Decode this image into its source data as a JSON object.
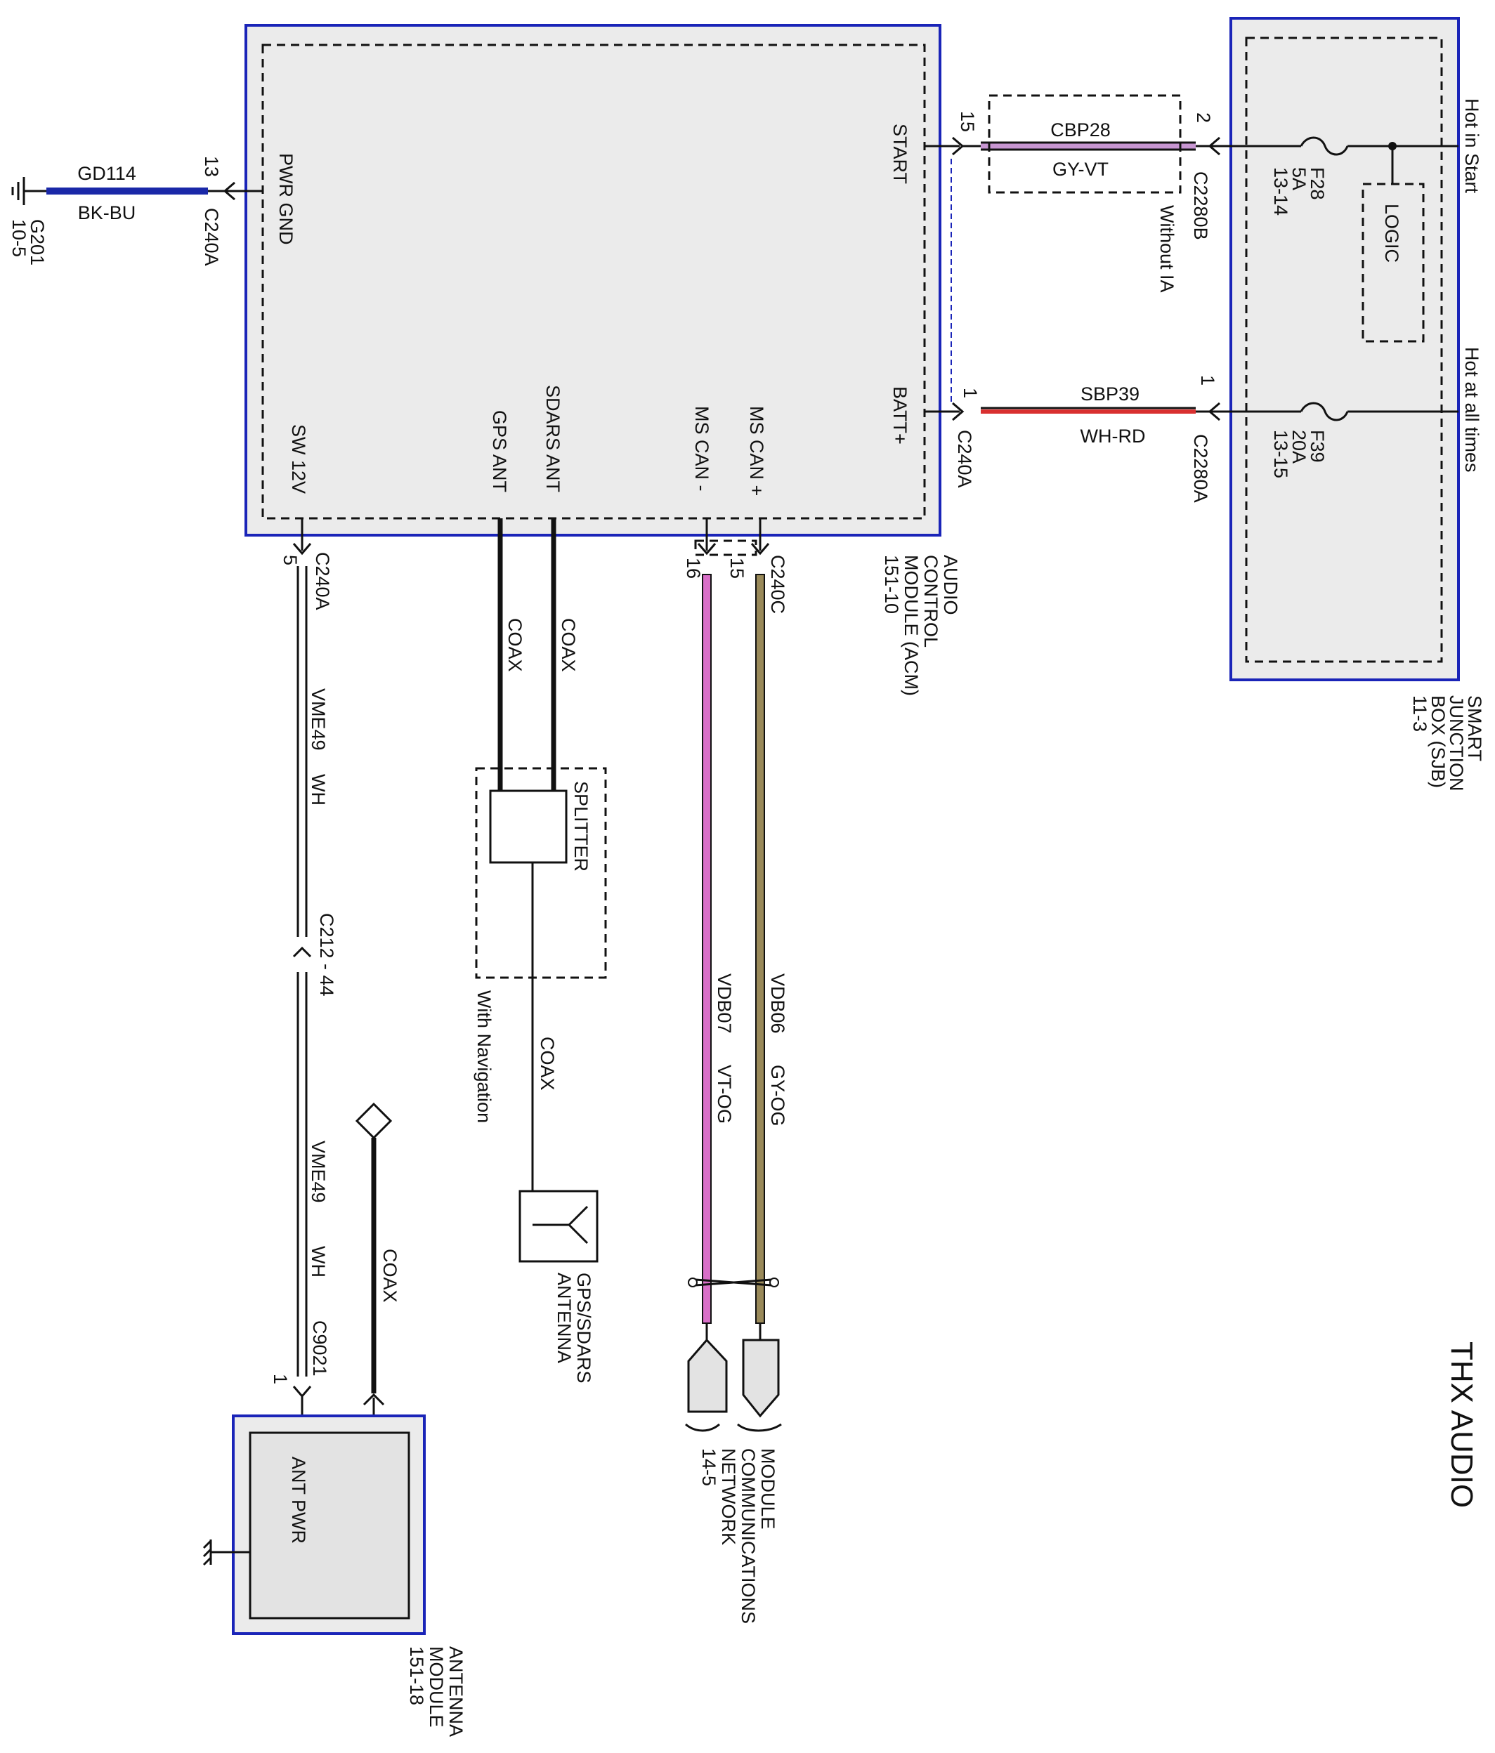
{
  "title": "THX AUDIO",
  "modules": {
    "acm": {
      "name_lines": [
        "AUDIO",
        "CONTROL",
        "MODULE (ACM)",
        "151-10"
      ],
      "pins": {
        "start": "START",
        "batt": "BATT+",
        "pwr_gnd": "PWR GND",
        "sw12v": "SW 12V",
        "gps_ant": "GPS ANT",
        "sdars_ant": "SDARS ANT",
        "ms_can_minus": "MS CAN -",
        "ms_can_plus": "MS CAN +"
      }
    },
    "sjb": {
      "name_lines": [
        "SMART",
        "JUNCTION",
        "BOX (SJB)",
        "11-3"
      ],
      "logic": "LOGIC",
      "hot_in_start": "Hot in Start",
      "hot_at_all_times": "Hot at all times",
      "fuse_f28": [
        "F28",
        "5A",
        "13-14"
      ],
      "fuse_f39": [
        "F39",
        "20A",
        "13-15"
      ]
    },
    "antenna_module": {
      "name_lines": [
        "ANTENNA",
        "MODULE",
        "151-18"
      ],
      "ant_pwr": "ANT PWR"
    },
    "splitter": {
      "label": "SPLITTER",
      "note": "With Navigation"
    },
    "gps_antenna": {
      "name_lines": [
        "GPS/SDARS",
        "ANTENNA"
      ]
    },
    "network": {
      "name_lines": [
        "MODULE",
        "COMMUNICATIONS",
        "NETWORK",
        "14-5"
      ]
    }
  },
  "ground": {
    "name": "G201",
    "ref": "10-5"
  },
  "wires": {
    "gd114": {
      "circuit": "GD114",
      "color": "BK-BU",
      "pin": "13",
      "connector": "C240A",
      "hex": "#1a28a8"
    },
    "cbp28": {
      "circuit": "CBP28",
      "color": "GY-VT",
      "pin_left": "15",
      "pin_right": "2",
      "connector_right": "C2280B",
      "note": "Without IA",
      "hex": "#c896d2"
    },
    "sbp39": {
      "circuit": "SBP39",
      "color": "WH-RD",
      "pin_left": "1",
      "pin_right": "1",
      "connector_left": "C240A",
      "connector_right": "C2280A",
      "hex": "#d93030"
    },
    "vme49": {
      "circuit": "VME49",
      "color": "WH",
      "pin_top": "5",
      "connector_top": "C240A",
      "inline": "C212 - 44",
      "connector_bottom": "C9021",
      "pin_bottom": "1"
    },
    "vdb07": {
      "circuit": "VDB07",
      "color": "VT-OG",
      "pin": "16",
      "hex": "#d96fc8"
    },
    "vdb06": {
      "circuit": "VDB06",
      "color": "GY-OG",
      "pin": "15",
      "connector": "C240C",
      "hex": "#9a8a5a"
    },
    "coax": "COAX"
  }
}
